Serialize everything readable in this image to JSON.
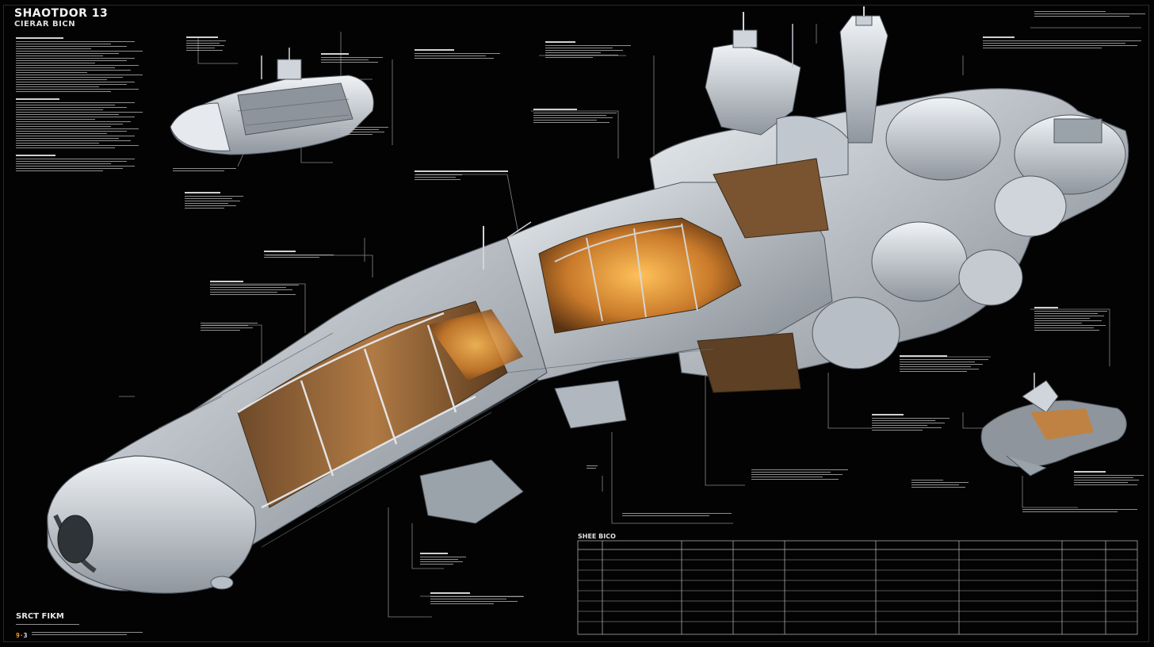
{
  "header": {
    "title": "SHAOTDOR 13",
    "subtitle": "CIERAR BICN"
  },
  "footer": {
    "label": "SRCT FIKM",
    "code_prefix": "9·",
    "code_main": "3"
  },
  "spec_table": {
    "title": "SHEE BICO"
  },
  "colors": {
    "background": "#030303",
    "hull": "#d7dce2",
    "interior": "#e79a3c",
    "linework": "#bdbdbd",
    "accent": "#ff8f1f"
  },
  "icons": [
    "main-ship-cutaway",
    "small-ship-top-left",
    "small-ship-bottom-right"
  ]
}
